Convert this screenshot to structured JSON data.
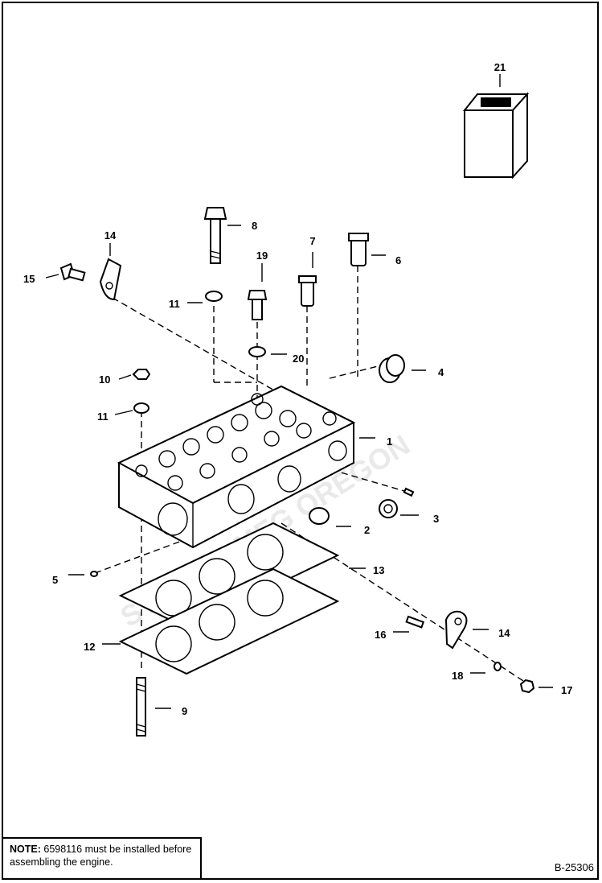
{
  "callouts": [
    {
      "id": "c1",
      "label": "1"
    },
    {
      "id": "c2",
      "label": "2"
    },
    {
      "id": "c3",
      "label": "3"
    },
    {
      "id": "c4",
      "label": "4"
    },
    {
      "id": "c5",
      "label": "5"
    },
    {
      "id": "c6",
      "label": "6"
    },
    {
      "id": "c7",
      "label": "7"
    },
    {
      "id": "c8",
      "label": "8"
    },
    {
      "id": "c9",
      "label": "9"
    },
    {
      "id": "c10",
      "label": "10"
    },
    {
      "id": "c11a",
      "label": "11"
    },
    {
      "id": "c11b",
      "label": "11"
    },
    {
      "id": "c12",
      "label": "12"
    },
    {
      "id": "c13",
      "label": "13"
    },
    {
      "id": "c14a",
      "label": "14"
    },
    {
      "id": "c14b",
      "label": "14"
    },
    {
      "id": "c15",
      "label": "15"
    },
    {
      "id": "c16",
      "label": "16"
    },
    {
      "id": "c17",
      "label": "17"
    },
    {
      "id": "c18",
      "label": "18"
    },
    {
      "id": "c19",
      "label": "19"
    },
    {
      "id": "c20",
      "label": "20"
    },
    {
      "id": "c21",
      "label": "21"
    }
  ],
  "note": {
    "prefix": "NOTE:",
    "text": " 6598116 must be installed before assembling the engine."
  },
  "figure_id": "B-25306"
}
